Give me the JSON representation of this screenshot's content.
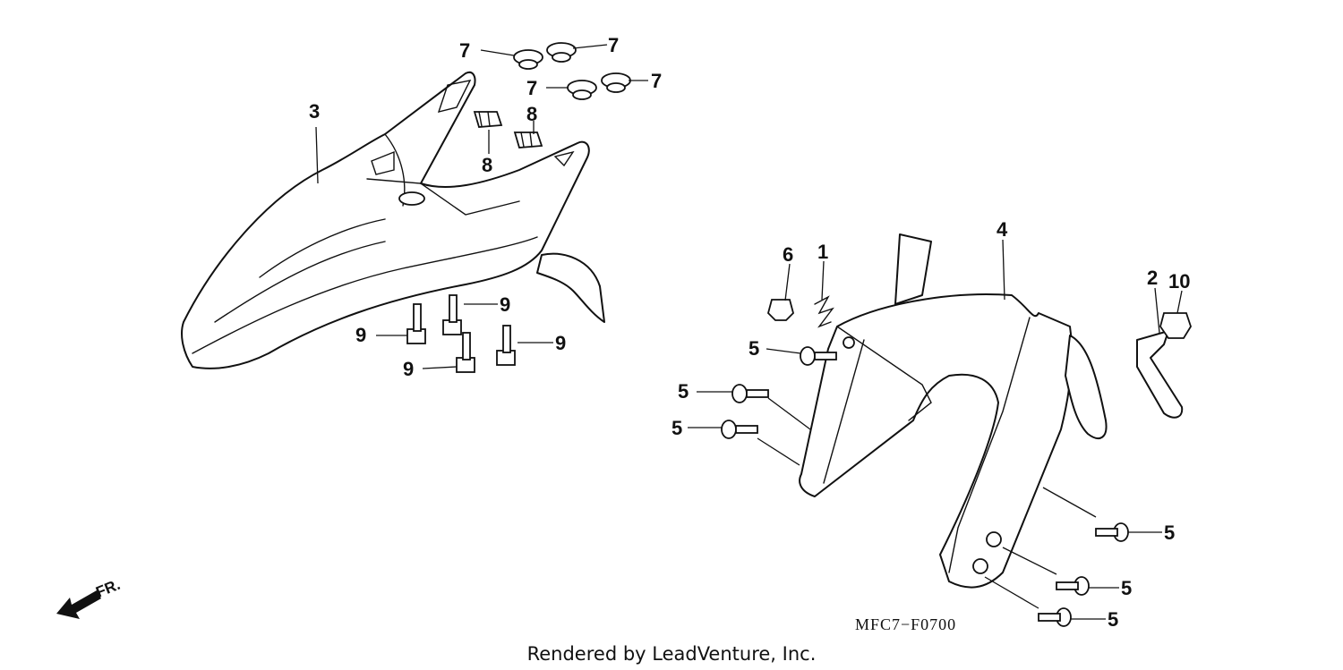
{
  "callouts": {
    "c7a": "7",
    "c7b": "7",
    "c7c": "7",
    "c7d": "7",
    "c8a": "8",
    "c8b": "8",
    "c3": "3",
    "c9a": "9",
    "c9b": "9",
    "c9c": "9",
    "c9d": "9",
    "c6": "6",
    "c1": "1",
    "c4": "4",
    "c2": "2",
    "c10": "10",
    "c5a": "5",
    "c5b": "5",
    "c5c": "5",
    "c5d": "5",
    "c5e": "5",
    "c5f": "5"
  },
  "direction_label": "FR.",
  "diagram_code": "MFC7−F0700",
  "credit": "Rendered by LeadVenture, Inc."
}
